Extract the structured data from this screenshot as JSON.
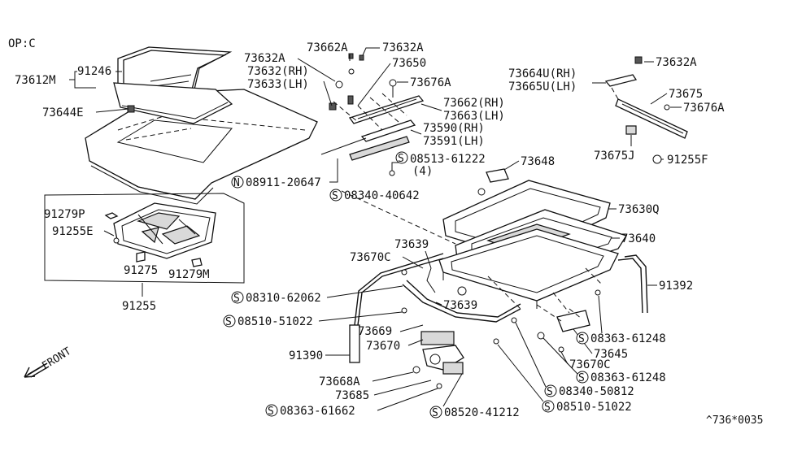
{
  "header": {
    "code": "OP:C"
  },
  "footer": {
    "ref": "^736*0035"
  },
  "direction": {
    "label": "FRONT"
  },
  "labels": {
    "p73612M": "73612M",
    "p91246": "91246",
    "p73644E": "73644E",
    "p73632A_1": "73632A",
    "p73662A": "73662A",
    "p73632A_2": "73632A",
    "p73632RH": "73632(RH)",
    "p73650": "73650",
    "p73633LH": "73633(LH)",
    "p73676A_1": "73676A",
    "p73662RH": "73662(RH)",
    "p73663LH": "73663(LH)",
    "p73590RH": "73590(RH)",
    "p73591LH": "73591(LH)",
    "p08513": "08513-61222",
    "p08513q": "(4)",
    "p73648": "73648",
    "p08911": "08911-20647",
    "p08340_40642": "08340-40642",
    "p73632A_3": "73632A",
    "p73664U": "73664U(RH)",
    "p73665U": "73665U(LH)",
    "p73675": "73675",
    "p73676A_2": "73676A",
    "p73675J": "73675J",
    "p91255F": "91255F",
    "p73630Q": "73630Q",
    "p73640": "73640",
    "p91279P": "91279P",
    "p91255E": "91255E",
    "p91275": "91275",
    "p91279M": "91279M",
    "p91255": "91255",
    "p73639_1": "73639",
    "p73670C_1": "73670C",
    "p08310": "08310-62062",
    "p08510_1": "08510-51022",
    "p73669": "73669",
    "p73639_2": "73639",
    "p73670": "73670",
    "p91390": "91390",
    "p73668A": "73668A",
    "p73685": "73685",
    "p08363_61662": "08363-61662",
    "p08520": "08520-41212",
    "p08510_2": "08510-51022",
    "p91392": "91392",
    "p08363_61248a": "08363-61248",
    "p73645": "73645",
    "p73670C_2": "73670C",
    "p08363_61248b": "08363-61248",
    "p08340_50812": "08340-50812"
  },
  "symbols": {
    "screw": "S",
    "nut": "N"
  }
}
